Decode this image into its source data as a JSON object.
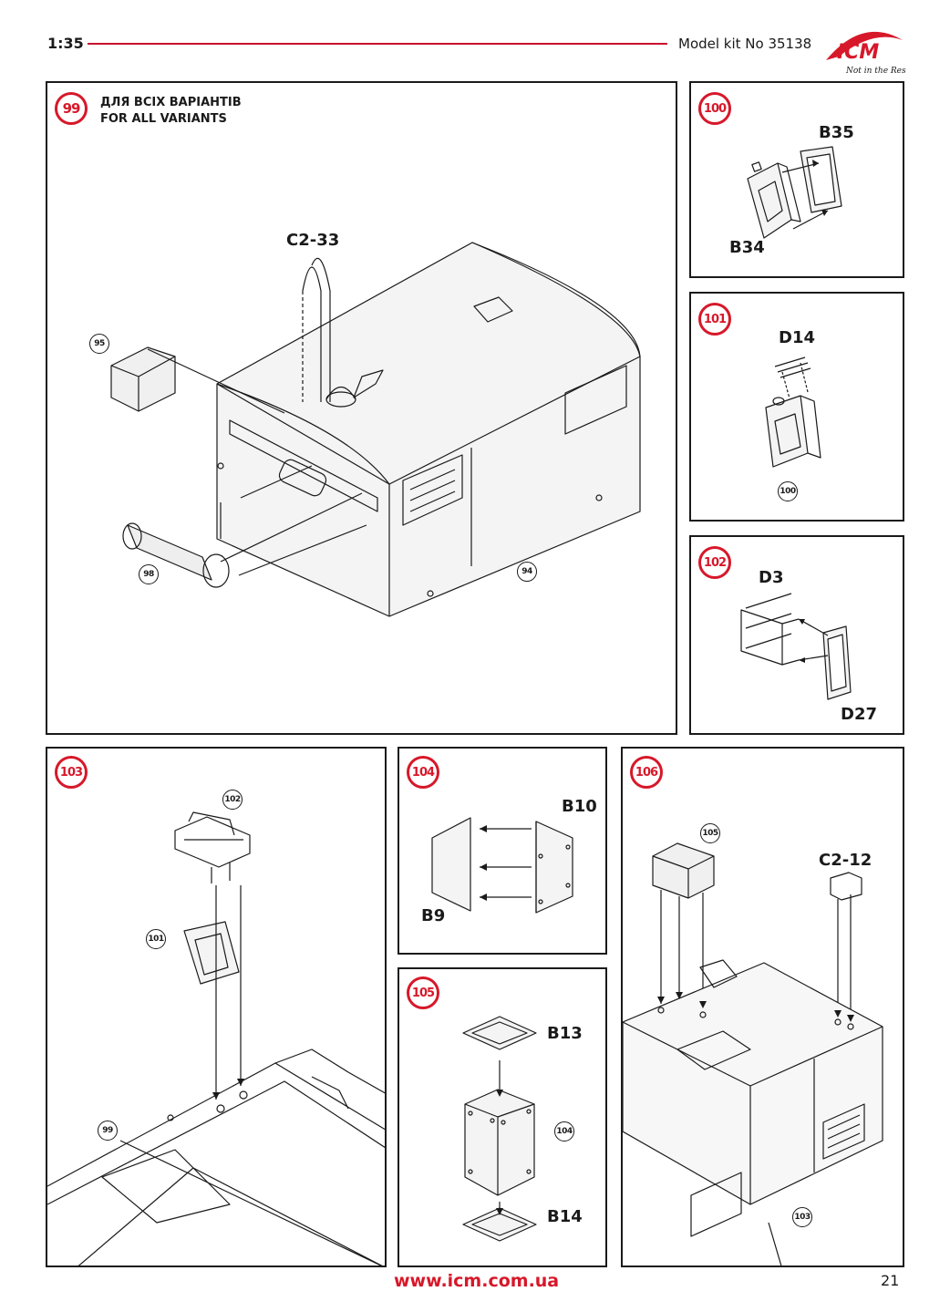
{
  "header": {
    "scale": "1:35",
    "kit": "Model kit No 35138"
  },
  "logo": {
    "brand": "ICM",
    "tagline": "Not in the Rest",
    "color": "#d7182a"
  },
  "steps": {
    "s99": {
      "num": "99",
      "line1": "ДЛЯ ВСІХ ВАРІАНТІВ",
      "line2": "FOR ALL VARIANTS",
      "parts": [
        "C2-33"
      ],
      "refs": [
        "95",
        "98",
        "94"
      ]
    },
    "s100": {
      "num": "100",
      "parts": [
        "B35",
        "B34"
      ]
    },
    "s101": {
      "num": "101",
      "parts": [
        "D14"
      ],
      "refs": [
        "100"
      ]
    },
    "s102": {
      "num": "102",
      "parts": [
        "D3",
        "D27"
      ]
    },
    "s103": {
      "num": "103",
      "refs": [
        "102",
        "101",
        "99"
      ]
    },
    "s104": {
      "num": "104",
      "parts": [
        "B10",
        "B9"
      ]
    },
    "s105": {
      "num": "105",
      "parts": [
        "B13",
        "B14"
      ],
      "refs": [
        "104"
      ]
    },
    "s106": {
      "num": "106",
      "parts": [
        "C2-12"
      ],
      "refs": [
        "105",
        "103"
      ]
    }
  },
  "footer": {
    "url": "www.icm.com.ua",
    "page": "21"
  }
}
